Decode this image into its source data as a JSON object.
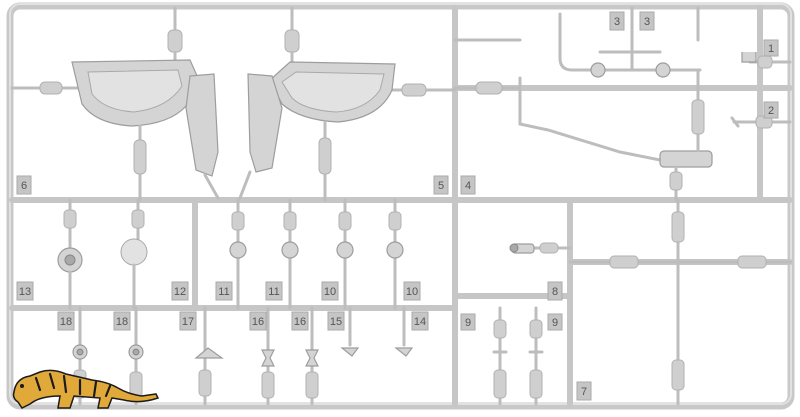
{
  "tabs": {
    "n1": "1",
    "n2": "2",
    "n3a": "3",
    "n3b": "3",
    "n4": "4",
    "n5": "5",
    "n6": "6",
    "n7": "7",
    "n8": "8",
    "n9a": "9",
    "n9b": "9",
    "n10a": "10",
    "n10b": "10",
    "n11a": "11",
    "n11b": "11",
    "n12": "12",
    "n13": "13",
    "n14": "14",
    "n15": "15",
    "n16a": "16",
    "n16b": "16",
    "n17": "17",
    "n18a": "18",
    "n18b": "18"
  },
  "logo": {
    "name": "tiger-logo"
  },
  "colors": {
    "sprue": "#c8c8c8",
    "part": "#d4d4d4",
    "logo": "#e0a93a"
  }
}
